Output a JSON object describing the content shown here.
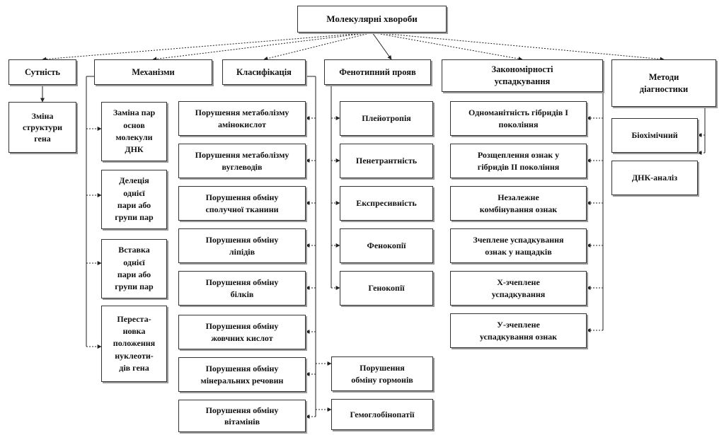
{
  "title": "Молекулярні хвороби",
  "categories": {
    "essence": {
      "label": "Сутність",
      "items": [
        "Зміна\nструктури\nгена"
      ]
    },
    "mechanisms": {
      "label": "Механізми",
      "items": [
        "Заміна пар\nоснов\nмолекули\nДНК",
        "Делеція\nоднієї\nпари або\nгрупи пар",
        "Вставка\nоднієї\nпари або\nгрупи пар",
        "Переста-\nновка\nположення\nнуклеоти-\nдів гена"
      ]
    },
    "classification": {
      "label": "Класифікація",
      "items": [
        "Порушення метаболізму\nамінокислот",
        "Порушення метаболізму\nвуглеводів",
        "Порушення обміну\nсполучної тканини",
        "Порушення обміну\nліпідів",
        "Порушення обміну\nбілків",
        "Порушення обміну\nжовчних кислот",
        "Порушення обміну\nмінеральних речовин",
        "Порушення обміну\nвітамінів"
      ],
      "extra_items": [
        "Порушення\nобміну гормонів",
        "Гемоглобінопатії"
      ]
    },
    "phenotype": {
      "label": "Фенотипний прояв",
      "items": [
        "Плейотропія",
        "Пенетрантність",
        "Експресивність",
        "Фенокопії",
        "Генокопії"
      ]
    },
    "inheritance": {
      "label": "Закономірності\nуспадкування",
      "items": [
        "Одноманітність гібридів І\nпокоління",
        "Розщеплення ознак у\nгібридів ІІ покоління",
        "Незалежне\nкомбінування ознак",
        "Зчеплене успадкування\nознак у нащадків",
        "Х-зчеплене\nуспадкування",
        "У-зчеплене\nуспадкування ознак"
      ]
    },
    "diagnostics": {
      "label": "Методи\nдіагностики",
      "items": [
        "Біохімічний",
        "ДНК-аналіз"
      ]
    }
  },
  "colors": {
    "border": "#333333",
    "shadow": "#9a9a9a",
    "line": "#222222"
  }
}
